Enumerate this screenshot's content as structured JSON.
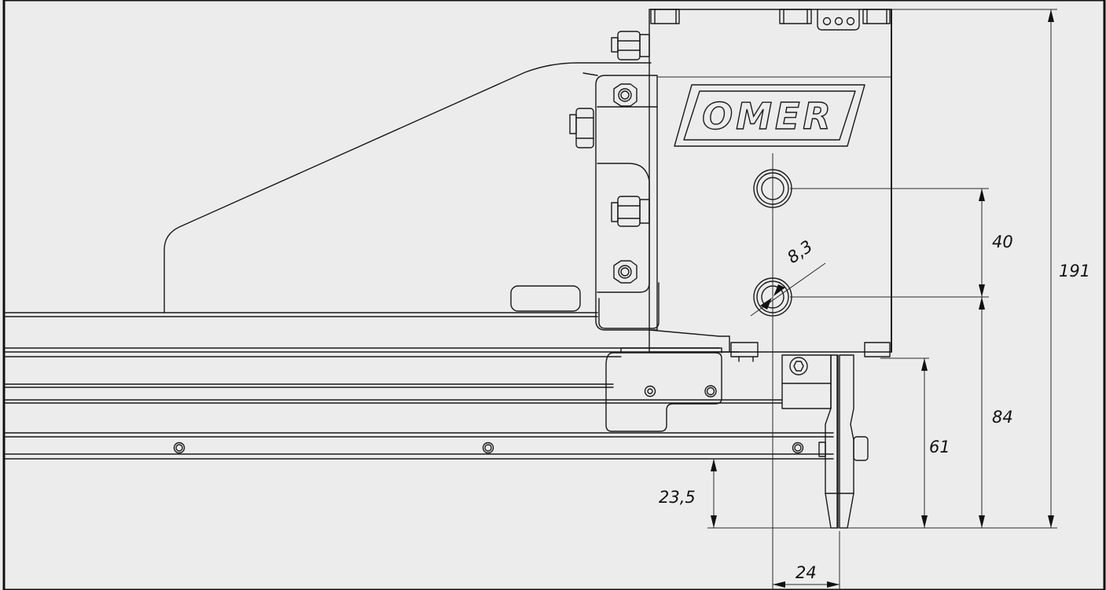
{
  "brand": {
    "logo_text": "OMER"
  },
  "colors": {
    "background": "#ececec",
    "line": "#1a1a1a",
    "thin_line": "#2a2a2a",
    "text": "#111111"
  },
  "dimensions": [
    {
      "id": "overall-height",
      "label": "191"
    },
    {
      "id": "hole-spacing",
      "label": "40"
    },
    {
      "id": "hole-diameter",
      "label": "8,3"
    },
    {
      "id": "base-to-tip",
      "label": "84"
    },
    {
      "id": "guide-to-tip",
      "label": "61"
    },
    {
      "id": "rail-to-tip",
      "label": "23,5"
    },
    {
      "id": "tip-offset",
      "label": "24"
    }
  ]
}
